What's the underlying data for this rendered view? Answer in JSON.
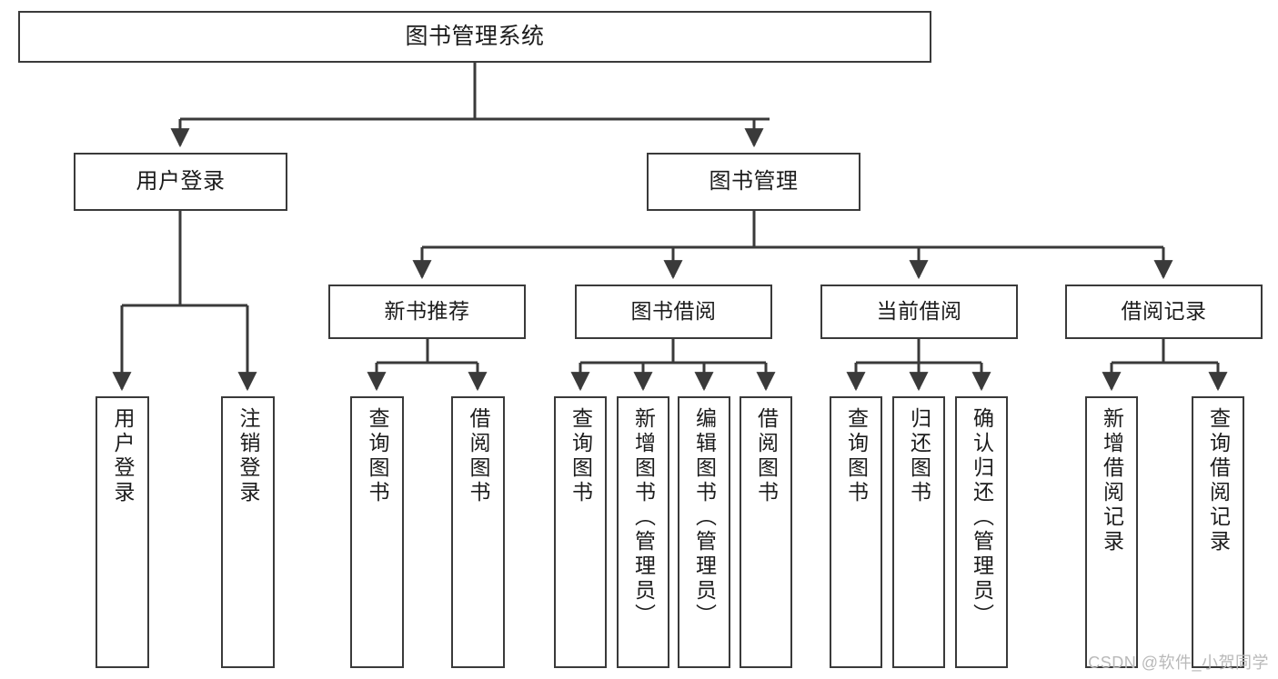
{
  "diagram": {
    "title": "图书管理系统",
    "type": "tree-hierarchy-chart",
    "colors": {
      "box_border": "#3a3a3a",
      "box_fill": "#ffffff",
      "connector": "#3a3a3a",
      "text": "#1c1c1c",
      "watermark": "#b9b9b9",
      "background": "#ffffff"
    },
    "root": {
      "label": "图书管理系统"
    },
    "level2": [
      {
        "label": "用户登录"
      },
      {
        "label": "图书管理"
      }
    ],
    "level3": [
      {
        "label": "新书推荐"
      },
      {
        "label": "图书借阅"
      },
      {
        "label": "当前借阅"
      },
      {
        "label": "借阅记录"
      }
    ],
    "leaves": {
      "user_login": [
        {
          "label": "用户登录"
        },
        {
          "label": "注销登录"
        }
      ],
      "new_book_recommend": [
        {
          "label": "查询图书"
        },
        {
          "label": "借阅图书"
        }
      ],
      "book_borrow": [
        {
          "label": "查询图书"
        },
        {
          "label": "新增图书（管理员）"
        },
        {
          "label": "编辑图书（管理员）"
        },
        {
          "label": "借阅图书"
        }
      ],
      "current_borrow": [
        {
          "label": "查询图书"
        },
        {
          "label": "归还图书"
        },
        {
          "label": "确认归还（管理员）"
        }
      ],
      "borrow_record": [
        {
          "label": "新增借阅记录"
        },
        {
          "label": "查询借阅记录"
        }
      ]
    }
  },
  "watermark": {
    "text": "CSDN @软件_小贺同学"
  }
}
